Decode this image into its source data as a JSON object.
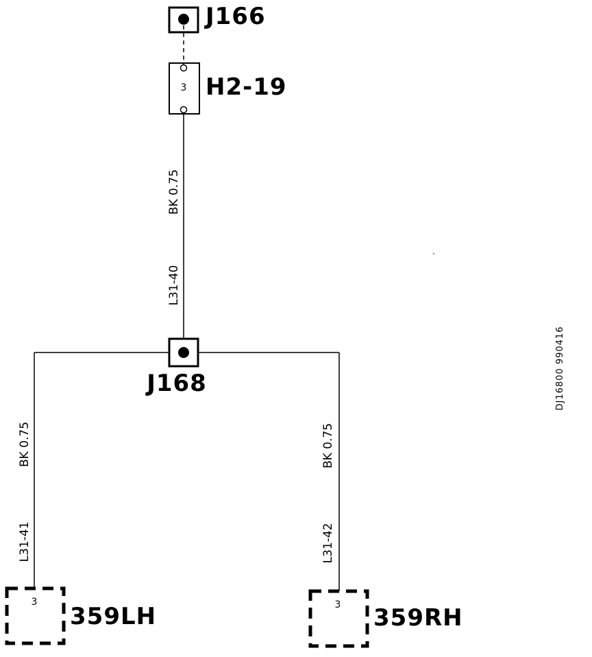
{
  "diagram": {
    "connectors": {
      "j166": {
        "label": "J166"
      },
      "h2_19": {
        "label": "H2-19",
        "pin": "3"
      },
      "j168": {
        "label": "J168"
      },
      "c359lh": {
        "label": "359LH",
        "pin": "3"
      },
      "c359rh": {
        "label": "359RH",
        "pin": "3"
      }
    },
    "wires": {
      "main": {
        "circuit": "L31-40",
        "spec": "BK  0.75"
      },
      "left": {
        "circuit": "L31-41",
        "spec": "BK  0.75"
      },
      "right": {
        "circuit": "L31-42",
        "spec": "BK  0.75"
      }
    },
    "reference": "DJ16800  990416"
  },
  "colors": {
    "ink": "#000000",
    "paper": "#ffffff"
  }
}
